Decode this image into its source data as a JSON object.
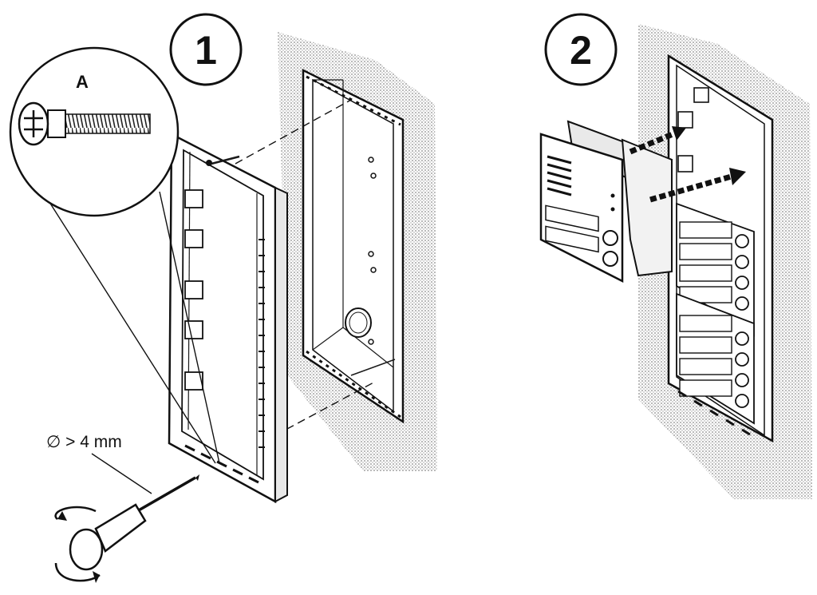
{
  "steps": [
    {
      "number": "1"
    },
    {
      "number": "2"
    }
  ],
  "callout": {
    "letter": "A"
  },
  "screwdriver": {
    "diameter_label": "∅ > 4 mm"
  }
}
